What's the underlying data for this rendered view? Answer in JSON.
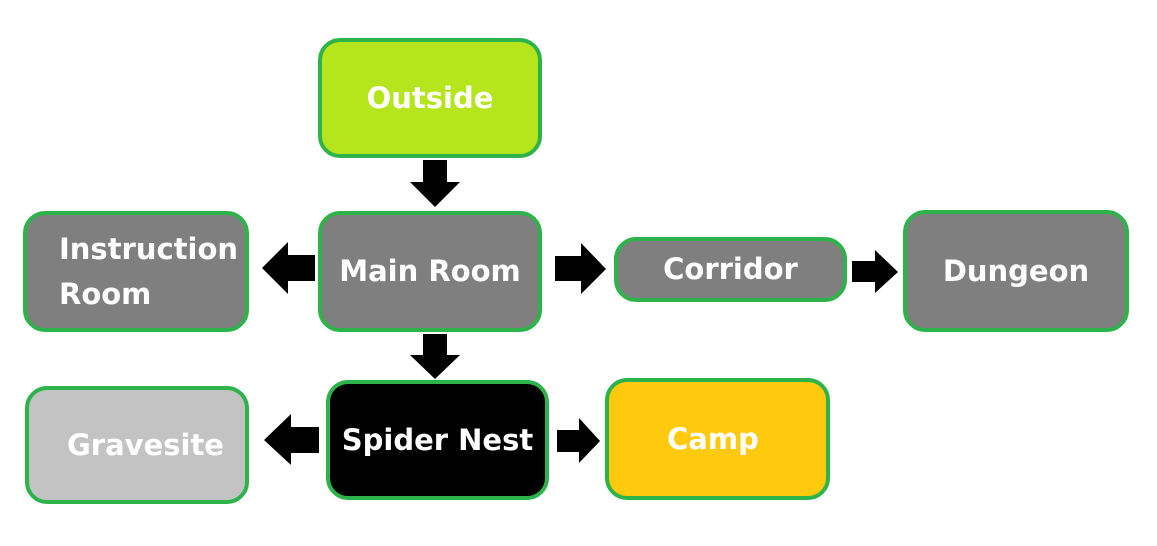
{
  "diagram": {
    "nodes": [
      {
        "id": "outside",
        "label": "Outside",
        "color": "#b5e61d"
      },
      {
        "id": "main-room",
        "label": "Main Room",
        "color": "#7f7f7f"
      },
      {
        "id": "instruction-room",
        "label": "Instruction\nRoom",
        "color": "#7f7f7f"
      },
      {
        "id": "corridor",
        "label": "Corridor",
        "color": "#7f7f7f"
      },
      {
        "id": "dungeon",
        "label": "Dungeon",
        "color": "#7f7f7f"
      },
      {
        "id": "spider-nest",
        "label": "Spider Nest",
        "color": "#000000"
      },
      {
        "id": "gravesite",
        "label": "Gravesite",
        "color": "#c3c3c3"
      },
      {
        "id": "camp",
        "label": "Camp",
        "color": "#ffc90e"
      }
    ],
    "edges": [
      {
        "from": "outside",
        "to": "main-room"
      },
      {
        "from": "main-room",
        "to": "instruction-room"
      },
      {
        "from": "main-room",
        "to": "corridor"
      },
      {
        "from": "corridor",
        "to": "dungeon"
      },
      {
        "from": "main-room",
        "to": "spider-nest"
      },
      {
        "from": "spider-nest",
        "to": "gravesite"
      },
      {
        "from": "spider-nest",
        "to": "camp"
      }
    ],
    "border_color": "#2db34a",
    "arrow_color": "#000000"
  }
}
